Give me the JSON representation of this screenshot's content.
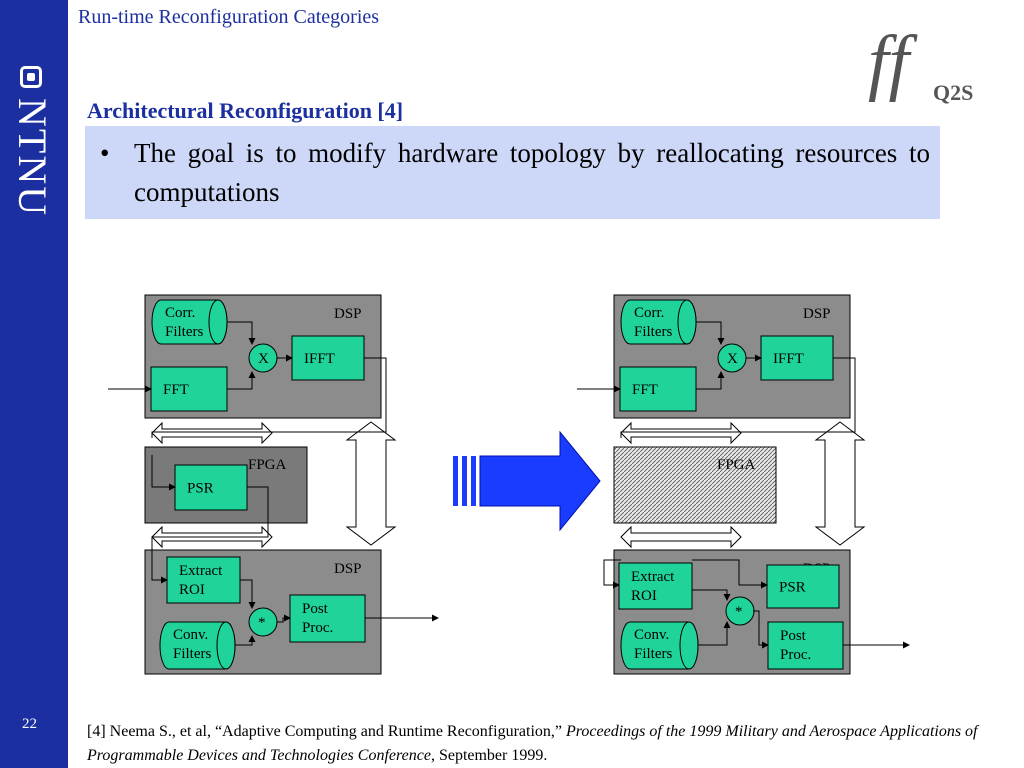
{
  "slide": {
    "title": "Run-time Reconfiguration Categories",
    "subtitle": "Architectural Reconfiguration [4]",
    "bullet_marker": "•",
    "bullet": "The goal is to modify hardware topology by reallocating resources to computations",
    "number": "22",
    "brand": "NTNU",
    "logo_mark": "ff",
    "logo_text": "Q2S"
  },
  "diagram": {
    "left": {
      "dsp_top": "DSP",
      "corr_filters": [
        "Corr.",
        "Filters"
      ],
      "mult": "X",
      "ifft": "IFFT",
      "fft": "FFT",
      "fpga": "FPGA",
      "psr": "PSR",
      "dsp_bottom": "DSP",
      "extract_roi": [
        "Extract",
        "ROI"
      ],
      "conv_filters": [
        "Conv.",
        "Filters"
      ],
      "star": "*",
      "post_proc": [
        "Post",
        "Proc."
      ]
    },
    "right": {
      "dsp_top": "DSP",
      "corr_filters": [
        "Corr.",
        "Filters"
      ],
      "mult": "X",
      "ifft": "IFFT",
      "fft": "FFT",
      "fpga": "FPGA",
      "psr": "PSR",
      "dsp_bottom": "DSP",
      "extract_roi": [
        "Extract",
        "ROI"
      ],
      "conv_filters": [
        "Conv.",
        "Filters"
      ],
      "star": "*",
      "post_proc": [
        "Post",
        "Proc."
      ]
    },
    "colors": {
      "module": "#1fd39a",
      "dsp": "#8c8c8c",
      "fpga": "#7a7a7a",
      "arrow": "#1a3cff"
    }
  },
  "reference": {
    "plain": "[4] Neema S., et al, “Adaptive Computing and Runtime Reconfiguration,” ",
    "italic": "Proceedings of the 1999 Military and Aerospace Applications of Programmable Devices and Technologies Conference",
    "tail": ", September 1999."
  }
}
